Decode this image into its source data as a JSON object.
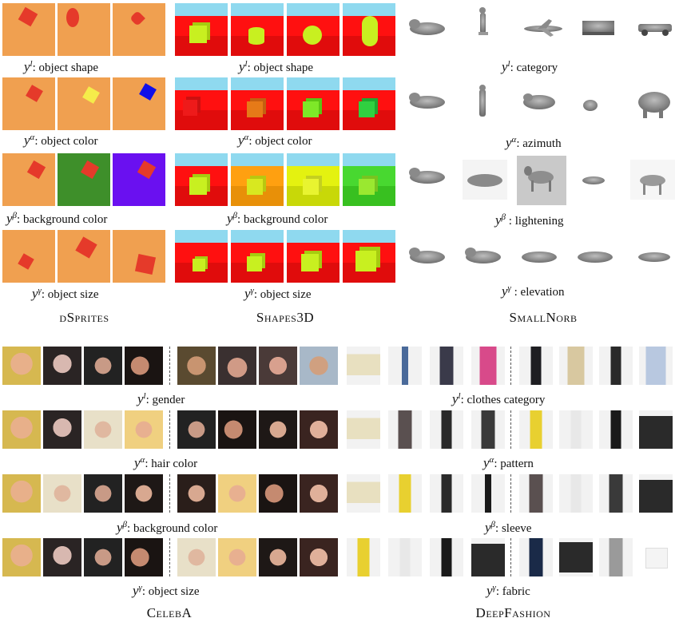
{
  "datasets": {
    "dsprites": {
      "title": "dSprites"
    },
    "shapes3d": {
      "title": "Shapes3D"
    },
    "smallnorb": {
      "title": "SmallNorb"
    },
    "celeba": {
      "title": "CelebA"
    },
    "deepfashion": {
      "title": "DeepFashion"
    }
  },
  "rows": {
    "dsprites": [
      {
        "factor": "l",
        "label": ": object shape"
      },
      {
        "factor": "α",
        "label": ": object color"
      },
      {
        "factor": "β",
        "label": ": background color"
      },
      {
        "factor": "γ",
        "label": ": object size"
      }
    ],
    "shapes3d": [
      {
        "factor": "l",
        "label": ": object shape"
      },
      {
        "factor": "α",
        "label": ": object color"
      },
      {
        "factor": "β",
        "label": ": background color"
      },
      {
        "factor": "γ",
        "label": ": object size"
      }
    ],
    "smallnorb": [
      {
        "factor": "l",
        "label": ": category"
      },
      {
        "factor": "α",
        "label": ": azimuth"
      },
      {
        "factor": "β",
        "label": " : lightening"
      },
      {
        "factor": "γ",
        "label": " : elevation"
      }
    ],
    "celeba": [
      {
        "factor": "l",
        "label": ": gender"
      },
      {
        "factor": "α",
        "label": ": hair color"
      },
      {
        "factor": "β",
        "label": ": background color"
      },
      {
        "factor": "γ",
        "label": ": object size"
      }
    ],
    "deepfashion": [
      {
        "factor": "l",
        "label": ": clothes category"
      },
      {
        "factor": "α",
        "label": ": pattern"
      },
      {
        "factor": "β",
        "label": ": sleeve"
      },
      {
        "factor": "γ",
        "label": ": fabric"
      }
    ]
  },
  "colors": {
    "dsprites_bg": "#f0a050",
    "sprite_red": "#e53a2a",
    "sprite_yellow": "#f5ec4a",
    "sprite_blue": "#1010e8",
    "bg_green": "#3e8f2a",
    "bg_purple": "#6a10f0",
    "shapes_sky": "#8fd9ef",
    "shapes_wall": "#ff1010",
    "shapes_object": "#c8f020"
  }
}
